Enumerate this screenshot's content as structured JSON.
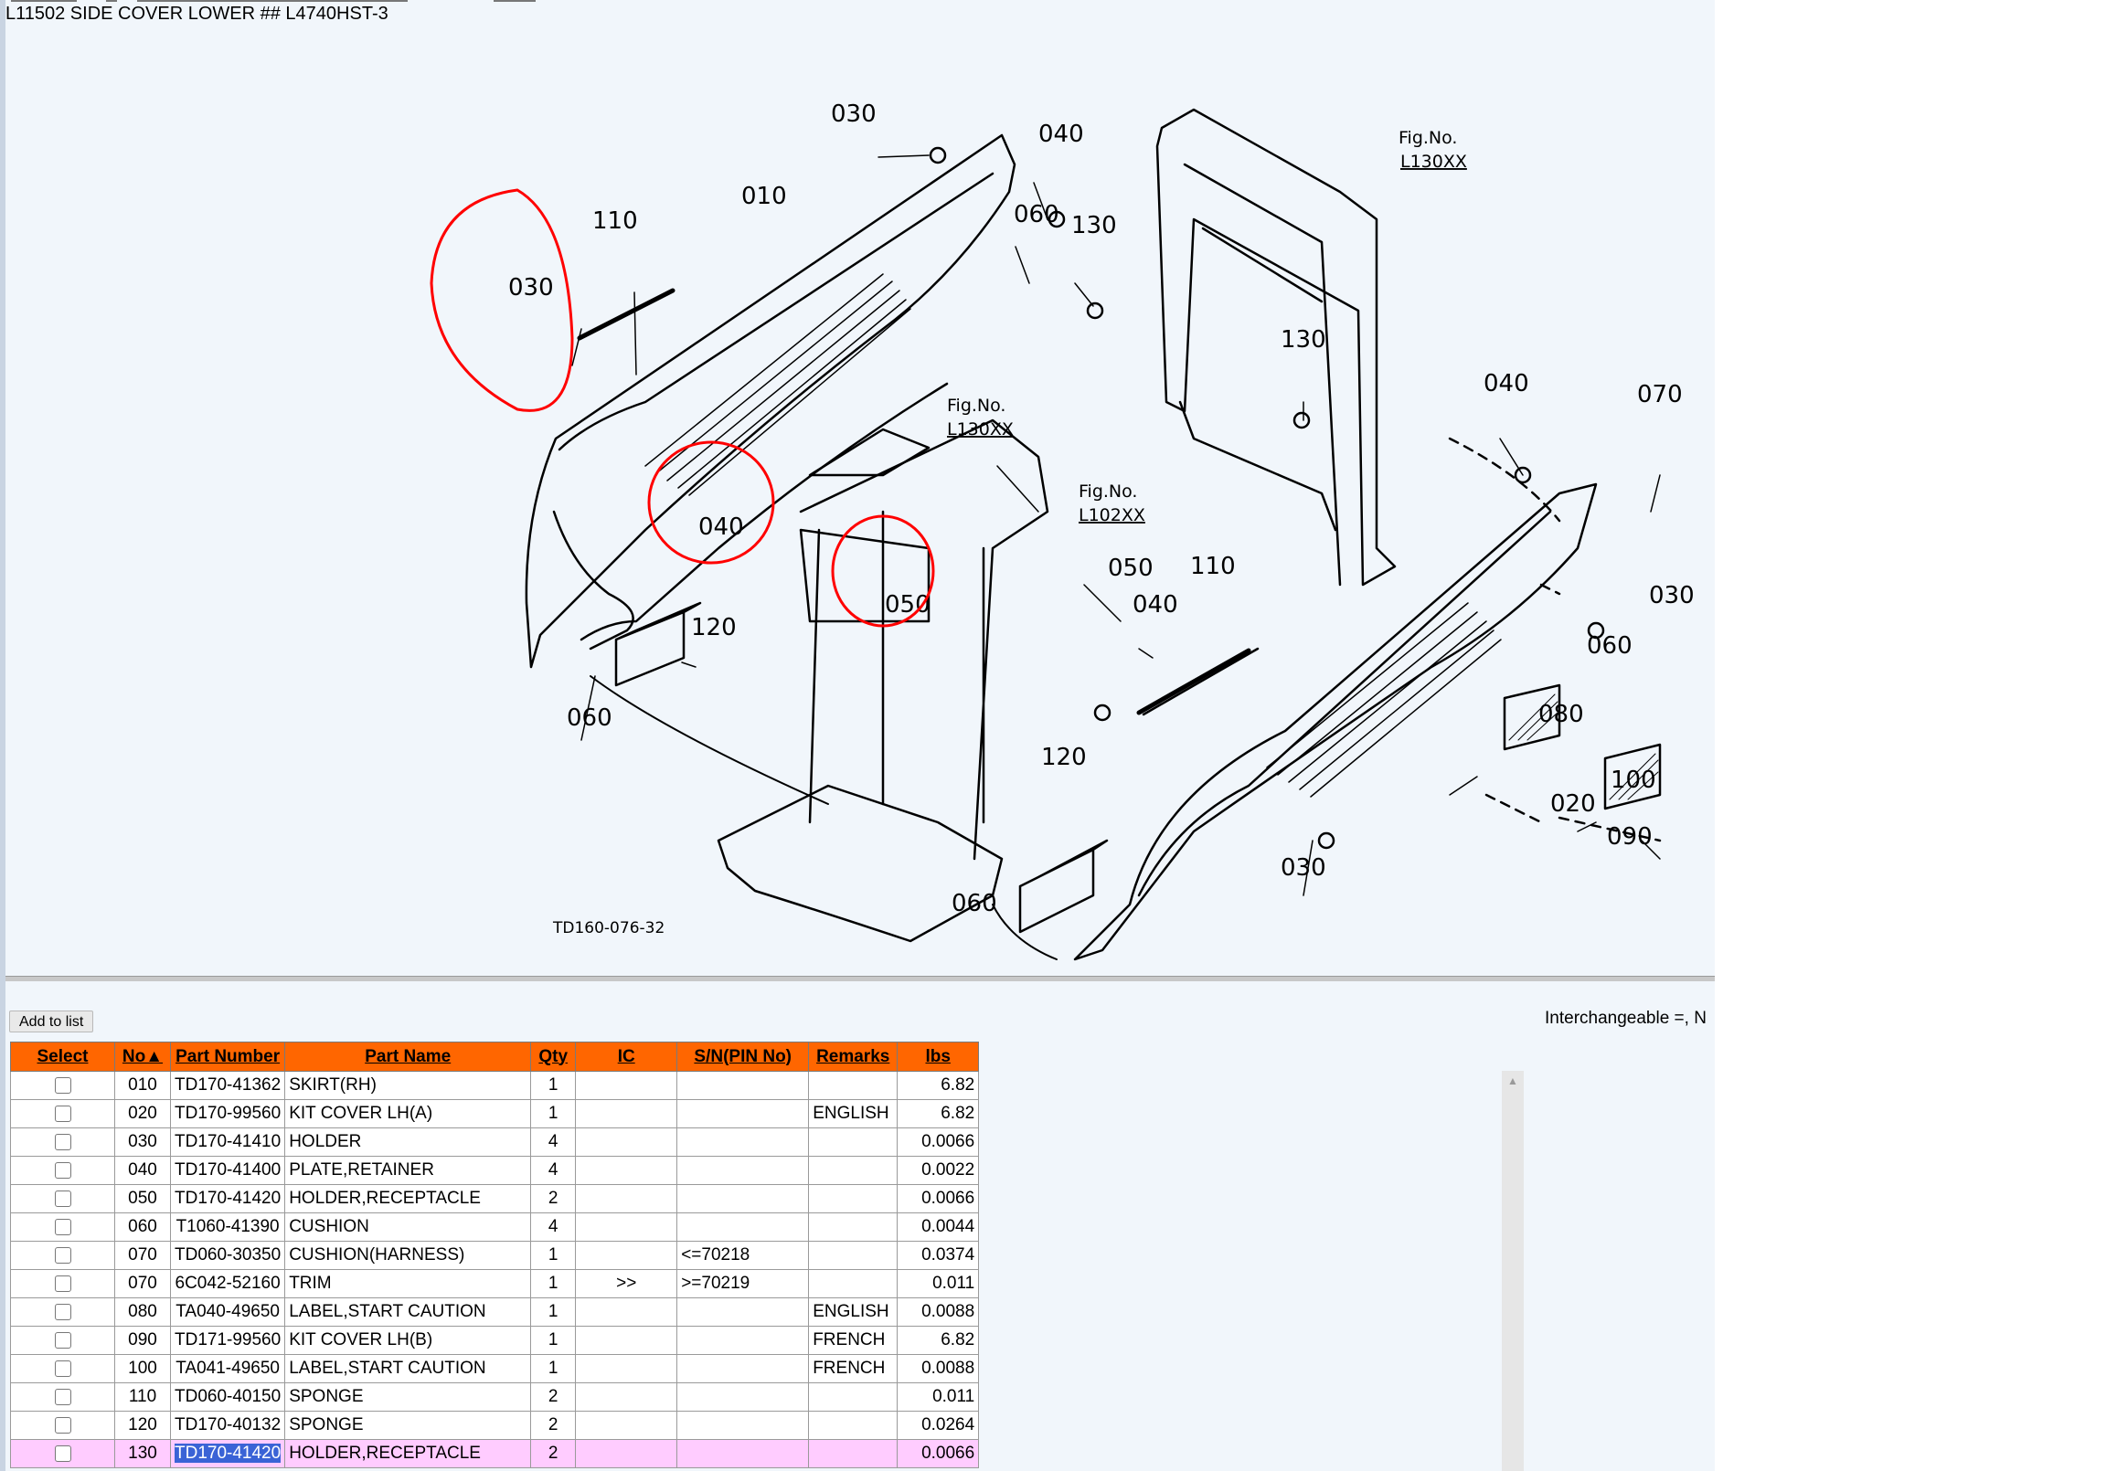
{
  "page_title": "L11502 SIDE COVER LOWER ## L4740HST-3",
  "diagram": {
    "drawing_number": "TD160-076-32",
    "callouts": [
      "010",
      "030",
      "040",
      "060",
      "130",
      "110",
      "030",
      "040",
      "120",
      "060",
      "050",
      "130",
      "040",
      "070",
      "030",
      "060",
      "050",
      "040",
      "110",
      "080",
      "100",
      "020",
      "090",
      "120",
      "030",
      "060"
    ],
    "fig_refs": [
      {
        "line1": "Fig.No.",
        "line2": "L130XX"
      },
      {
        "line1": "Fig.No.",
        "line2": "L130XX"
      },
      {
        "line1": "Fig.No.",
        "line2": "L102XX"
      }
    ],
    "annotation_color": "#ff0000"
  },
  "toolbar": {
    "add_to_list_label": "Add to list"
  },
  "interchangeable_note": "Interchangeable =, N",
  "table": {
    "header_color": "#ff6600",
    "selected_row_color": "#ffccff",
    "columns": [
      "Select",
      "No▲",
      "Part Number",
      "Part Name",
      "Qty",
      "IC",
      "S/N(PIN No)",
      "Remarks",
      "lbs"
    ],
    "rows": [
      {
        "no": "010",
        "part_number": "TD170-41362",
        "part_name": "SKIRT(RH)",
        "qty": "1",
        "ic": "",
        "sn": "",
        "remarks": "",
        "lbs": "6.82"
      },
      {
        "no": "020",
        "part_number": "TD170-99560",
        "part_name": "KIT COVER LH(A)",
        "qty": "1",
        "ic": "",
        "sn": "",
        "remarks": "ENGLISH",
        "lbs": "6.82"
      },
      {
        "no": "030",
        "part_number": "TD170-41410",
        "part_name": "HOLDER",
        "qty": "4",
        "ic": "",
        "sn": "",
        "remarks": "",
        "lbs": "0.0066"
      },
      {
        "no": "040",
        "part_number": "TD170-41400",
        "part_name": "PLATE,RETAINER",
        "qty": "4",
        "ic": "",
        "sn": "",
        "remarks": "",
        "lbs": "0.0022"
      },
      {
        "no": "050",
        "part_number": "TD170-41420",
        "part_name": "HOLDER,RECEPTACLE",
        "qty": "2",
        "ic": "",
        "sn": "",
        "remarks": "",
        "lbs": "0.0066"
      },
      {
        "no": "060",
        "part_number": "T1060-41390",
        "part_name": "CUSHION",
        "qty": "4",
        "ic": "",
        "sn": "",
        "remarks": "",
        "lbs": "0.0044"
      },
      {
        "no": "070",
        "part_number": "TD060-30350",
        "part_name": "CUSHION(HARNESS)",
        "qty": "1",
        "ic": "",
        "sn": "<=70218",
        "remarks": "",
        "lbs": "0.0374"
      },
      {
        "no": "070",
        "part_number": "6C042-52160",
        "part_name": "TRIM",
        "qty": "1",
        "ic": ">>",
        "sn": ">=70219",
        "remarks": "",
        "lbs": "0.011"
      },
      {
        "no": "080",
        "part_number": "TA040-49650",
        "part_name": "LABEL,START CAUTION",
        "qty": "1",
        "ic": "",
        "sn": "",
        "remarks": "ENGLISH",
        "lbs": "0.0088"
      },
      {
        "no": "090",
        "part_number": "TD171-99560",
        "part_name": "KIT COVER LH(B)",
        "qty": "1",
        "ic": "",
        "sn": "",
        "remarks": "FRENCH",
        "lbs": "6.82"
      },
      {
        "no": "100",
        "part_number": "TA041-49650",
        "part_name": "LABEL,START CAUTION",
        "qty": "1",
        "ic": "",
        "sn": "",
        "remarks": "FRENCH",
        "lbs": "0.0088"
      },
      {
        "no": "110",
        "part_number": "TD060-40150",
        "part_name": "SPONGE",
        "qty": "2",
        "ic": "",
        "sn": "",
        "remarks": "",
        "lbs": "0.011"
      },
      {
        "no": "120",
        "part_number": "TD170-40132",
        "part_name": "SPONGE",
        "qty": "2",
        "ic": "",
        "sn": "",
        "remarks": "",
        "lbs": "0.0264"
      },
      {
        "no": "130",
        "part_number": "TD170-41420",
        "part_name": "HOLDER,RECEPTACLE",
        "qty": "2",
        "ic": "",
        "sn": "",
        "remarks": "",
        "lbs": "0.0066",
        "selected": true
      }
    ]
  }
}
